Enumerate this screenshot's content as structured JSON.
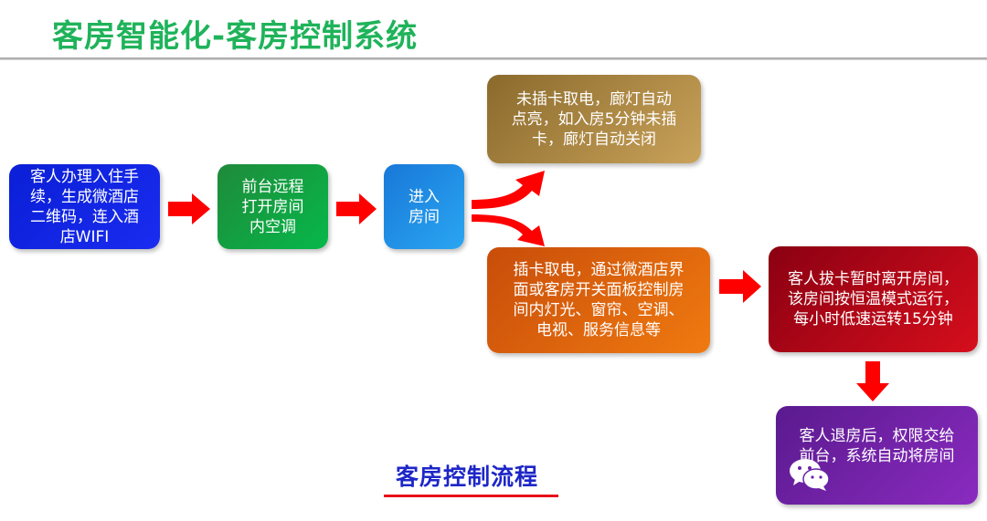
{
  "title": "客房智能化-客房控制系统",
  "steps": {
    "checkin": [
      "客人办理入住手",
      "续，生成微酒店",
      "二维码，连入酒",
      "店WIFI"
    ],
    "remote": [
      "前台远程",
      "打开房间",
      "内空调"
    ],
    "enter": [
      "进入",
      "房间"
    ],
    "no_card": [
      "未插卡取电，廊灯自动",
      "点亮，如入房5分钟未插",
      "卡，廊灯自动关闭"
    ],
    "card": [
      "插卡取电，通过微酒店界",
      "面或客房开关面板控制房",
      "间内灯光、窗帘、空调、",
      "电视、服务信息等"
    ],
    "leave": [
      "客人拔卡暂时离开房间，",
      "该房间按恒温模式运行，",
      "每小时低速运转15分钟"
    ],
    "checkout": [
      "客人退房后，权限交给",
      "前台，系统自动将房间"
    ]
  },
  "caption": "客房控制流程",
  "colors": {
    "title": "#1fb35a",
    "arrow": "#ff0000",
    "caption": "#1d26c7",
    "caption_underline": "#e8101a"
  },
  "icons": [
    "wechat-icon"
  ]
}
